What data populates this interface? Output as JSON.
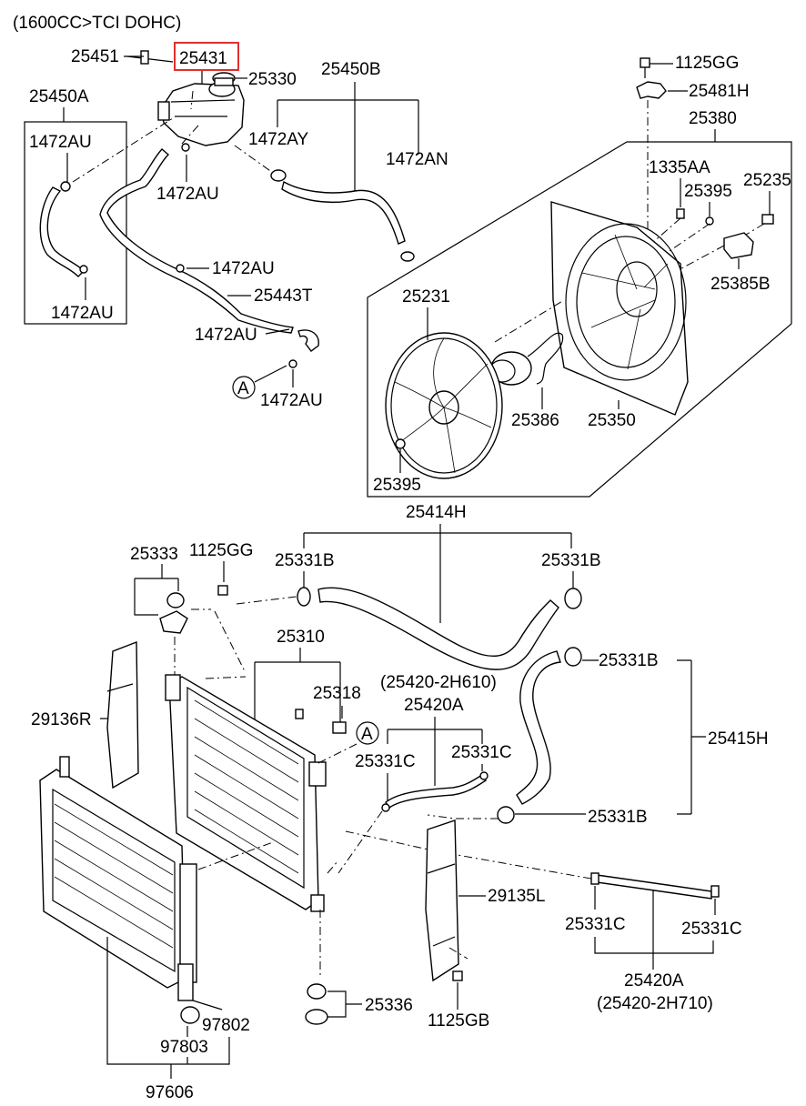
{
  "header": {
    "title": "(1600CC>TCI DOHC)"
  },
  "highlight": {
    "part": "25431",
    "color": "#e03030"
  },
  "labels": {
    "p25451": "25451",
    "p25431": "25431",
    "p25330": "25330",
    "p25450B": "25450B",
    "p25450A": "25450A",
    "p1472AU_a": "1472AU",
    "p1472AY": "1472AY",
    "p1472AN": "1472AN",
    "p1472AU_b": "1472AU",
    "p1472AU_c": "1472AU",
    "p25443T": "25443T",
    "p1472AU_d": "1472AU",
    "p1472AU_e": "1472AU",
    "p1472AU_f": "1472AU",
    "calloutA1": "A",
    "p1125GG_top": "1125GG",
    "p25481H": "25481H",
    "p25380": "25380",
    "p1335AA": "1335AA",
    "p25395_top": "25395",
    "p25235": "25235",
    "p25385B": "25385B",
    "p25231": "25231",
    "p25386": "25386",
    "p25350": "25350",
    "p25395_bot": "25395",
    "p25414H": "25414H",
    "p25333": "25333",
    "p1125GG_mid": "1125GG",
    "p25331B_a": "25331B",
    "p25331B_b": "25331B",
    "p25310": "25310",
    "p25331B_c": "25331B",
    "p25318": "25318",
    "p25420_2H610": "(25420-2H610)",
    "p25420A_top": "25420A",
    "p29136R": "29136R",
    "calloutA2": "A",
    "p25331C_a": "25331C",
    "p25331C_b": "25331C",
    "p25415H": "25415H",
    "p25331B_d": "25331B",
    "p29135L": "29135L",
    "p25331C_c": "25331C",
    "p25331C_d": "25331C",
    "p25420A_bot": "25420A",
    "p25420_2H710": "(25420-2H710)",
    "p25336": "25336",
    "p1125GB": "1125GB",
    "p97802": "97802",
    "p97803": "97803",
    "p97606": "97606"
  }
}
